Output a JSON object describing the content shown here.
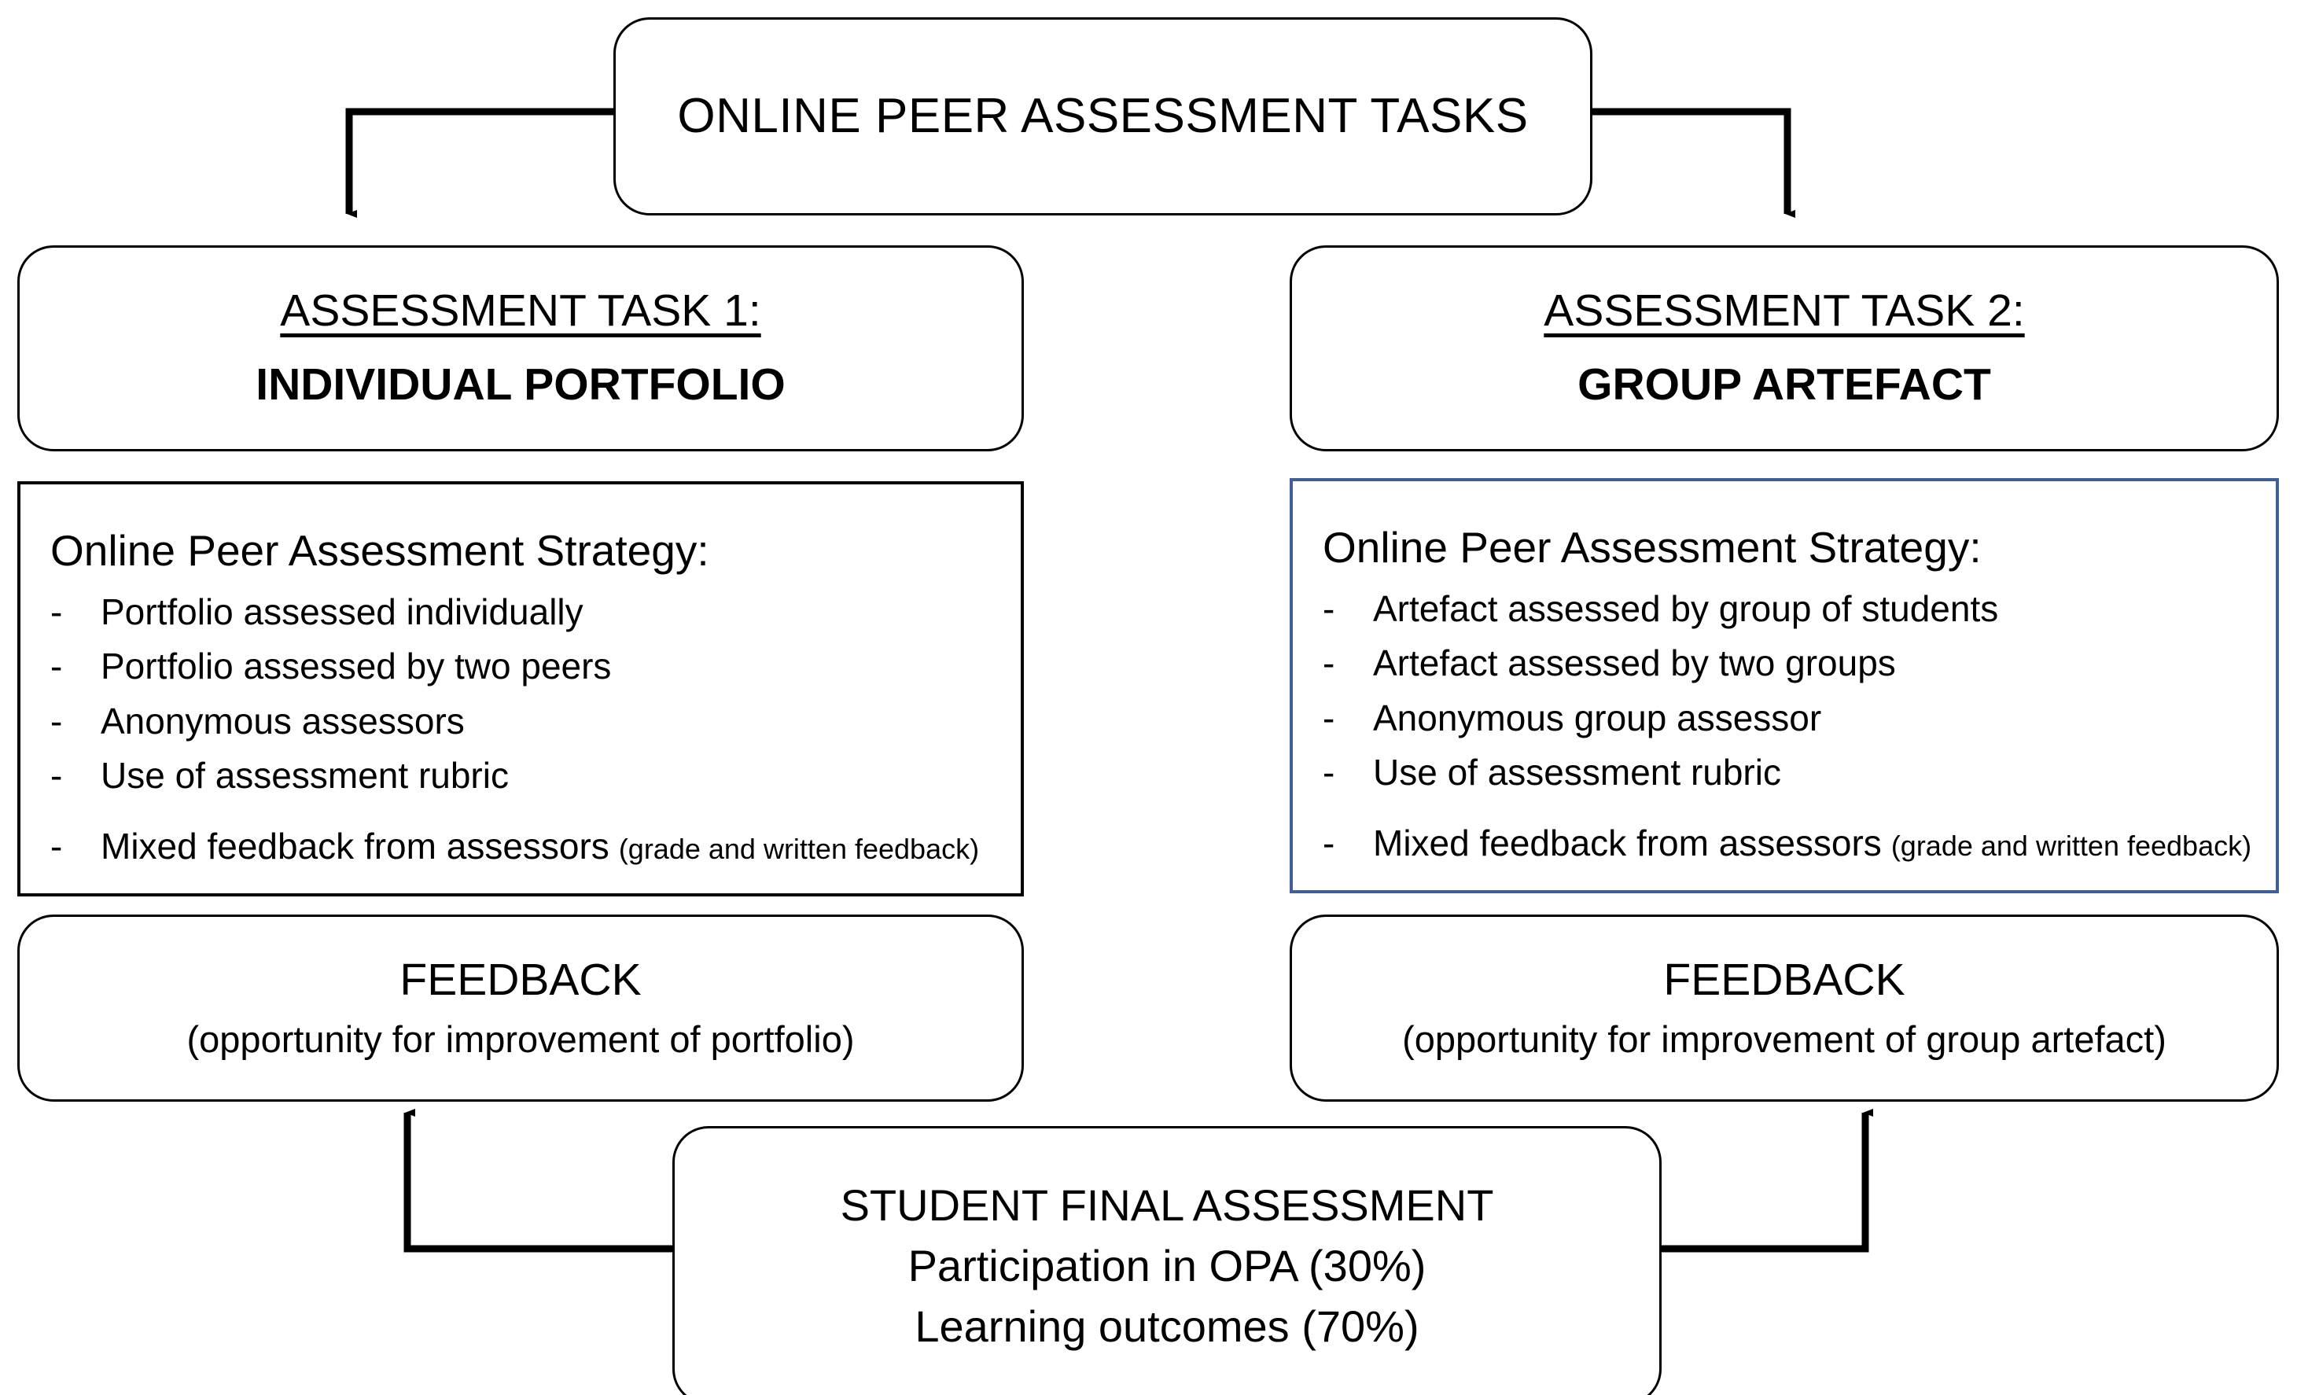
{
  "diagram": {
    "title": "ONLINE PEER ASSESSMENT TASKS",
    "colors": {
      "outline": "#000000",
      "accent_blue": "#3f5f9b",
      "background": "#ffffff"
    },
    "root": {
      "label": "ONLINE PEER ASSESSMENT TASKS"
    },
    "branches": [
      {
        "task_header": {
          "line1": "ASSESSMENT TASK 1:",
          "line2": "INDIVIDUAL PORTFOLIO"
        },
        "strategy": {
          "heading": "Online Peer Assessment Strategy:",
          "dash": "-",
          "items": [
            {
              "text": "Portfolio assessed individually",
              "note": ""
            },
            {
              "text": "Portfolio assessed by two peers",
              "note": ""
            },
            {
              "text": "Anonymous assessors",
              "note": ""
            },
            {
              "text": "Use of assessment rubric",
              "note": ""
            },
            {
              "text": "Mixed feedback from assessors",
              "note": "(grade and written feedback)"
            }
          ],
          "border_color": "#000000"
        },
        "feedback": {
          "title": "FEEDBACK",
          "subtitle": "(opportunity for improvement of portfolio)"
        }
      },
      {
        "task_header": {
          "line1": "ASSESSMENT TASK 2:",
          "line2": "GROUP ARTEFACT"
        },
        "strategy": {
          "heading": "Online Peer Assessment Strategy:",
          "dash": "-",
          "items": [
            {
              "text": "Artefact assessed by group of students",
              "note": ""
            },
            {
              "text": "Artefact assessed by two groups",
              "note": ""
            },
            {
              "text": "Anonymous group assessor",
              "note": ""
            },
            {
              "text": "Use of assessment rubric",
              "note": ""
            },
            {
              "text": "Mixed feedback from assessors",
              "note": "(grade and written feedback)"
            }
          ],
          "border_color": "#3f5f9b"
        },
        "feedback": {
          "title": "FEEDBACK",
          "subtitle": "(opportunity for improvement of group artefact)"
        }
      }
    ],
    "final": {
      "line1": "STUDENT FINAL ASSESSMENT",
      "line2": "Participation in OPA (30%)",
      "line3": "Learning outcomes (70%)"
    }
  }
}
